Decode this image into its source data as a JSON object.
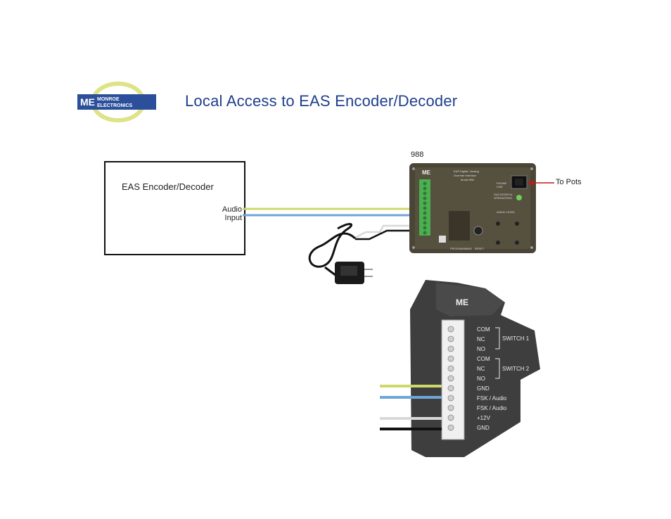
{
  "title": "Local Access to EAS Encoder/Decoder",
  "logo": {
    "text": "MONROE ELECTRONICS",
    "mark": "ME"
  },
  "encoder": {
    "label": "EAS Encoder/Decoder",
    "audio_input": "Audio Input"
  },
  "device": {
    "model": "988",
    "header": "EAS Digital / Analog",
    "header2": "Override Interface",
    "model_small": "Model 988",
    "panel": {
      "phone_line": "PHONE LINE",
      "status": "SUCCESSFUL OPERATIONS",
      "audio_level": "AUDIO LEVEL",
      "programming": "PROGRAMMING",
      "reset": "RESET"
    }
  },
  "to_pots": "To Pots",
  "terminals": [
    "COM",
    "NC",
    "NO",
    "COM",
    "NC",
    "NO",
    "GND",
    "FSK / Audio",
    "FSK / Audio",
    "+12V",
    "GND"
  ],
  "switches": [
    "SWITCH 1",
    "SWITCH 2"
  ],
  "colors": {
    "wire_yellow": "#cfd86a",
    "wire_blue": "#6ea6d8",
    "wire_white": "#d8d8d8",
    "wire_black": "#111111",
    "title": "#1f3f8c",
    "pots_arrow": "#c21818"
  }
}
